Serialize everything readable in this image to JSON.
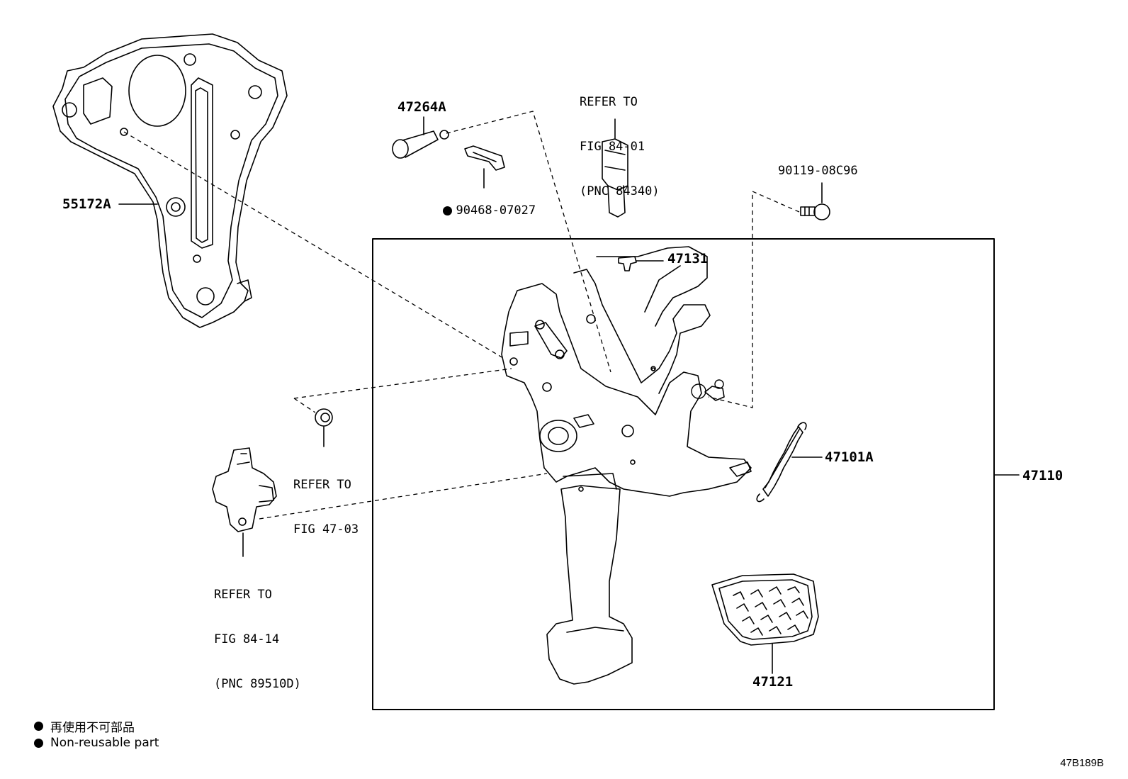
{
  "labels": {
    "bracket_support": "55172A",
    "clevis_pin": "47264A",
    "clip": "90468-07027",
    "stop_switch_ref": [
      "REFER TO",
      "FIG 84-01",
      "(PNC 84340)"
    ],
    "bolt": "90119-08C96",
    "cushion": "47131",
    "return_spring": "47101A",
    "pedal_assy": "47110",
    "pedal_pad": "47121",
    "bushing_ref": [
      "REFER TO",
      "FIG 47-03"
    ],
    "sensor_ref": [
      "REFER TO",
      "FIG 84-14",
      "(PNC 89510D)"
    ]
  },
  "legend": {
    "non_reusable_jp": "再使用不可部品",
    "non_reusable_en": "Non-reusable part"
  },
  "diagram_code": "47B189B"
}
